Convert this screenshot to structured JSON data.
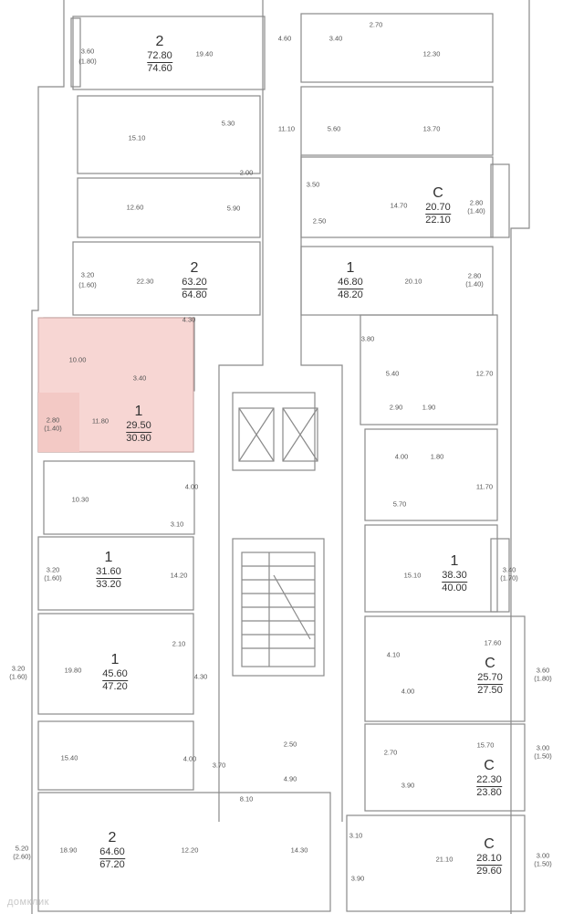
{
  "apartments": [
    {
      "id": "a1",
      "rooms": "2",
      "total": "72.80",
      "living": "74.60"
    },
    {
      "id": "a2",
      "rooms": "2",
      "total": "63.20",
      "living": "64.80"
    },
    {
      "id": "a3",
      "rooms": "1",
      "total": "29.50",
      "living": "30.90",
      "highlighted": true
    },
    {
      "id": "a4",
      "rooms": "1",
      "total": "31.60",
      "living": "33.20"
    },
    {
      "id": "a5",
      "rooms": "1",
      "total": "45.60",
      "living": "47.20"
    },
    {
      "id": "a6",
      "rooms": "2",
      "total": "64.60",
      "living": "67.20"
    },
    {
      "id": "a7",
      "rooms": "С",
      "total": "20.70",
      "living": "22.10"
    },
    {
      "id": "a8",
      "rooms": "1",
      "total": "46.80",
      "living": "48.20"
    },
    {
      "id": "a9",
      "rooms": "1",
      "total": "38.30",
      "living": "40.00"
    },
    {
      "id": "a10",
      "rooms": "С",
      "total": "25.70",
      "living": "27.50"
    },
    {
      "id": "a11",
      "rooms": "С",
      "total": "22.30",
      "living": "23.80"
    },
    {
      "id": "a12",
      "rooms": "С",
      "total": "28.10",
      "living": "29.60"
    }
  ],
  "rooms": [
    "19.40",
    "4.60",
    "3.40",
    "2.70",
    "12.30",
    "3.60",
    "(1.80)",
    "15.10",
    "5.30",
    "11.10",
    "5.60",
    "13.70",
    "2.00",
    "3.50",
    "14.70",
    "2.80",
    "(1.40)",
    "12.60",
    "5.90",
    "2.50",
    "3.20",
    "(1.60)",
    "22.30",
    "20.10",
    "2.80",
    "(1.40)",
    "10.00",
    "4.30",
    "3.80",
    "3.40",
    "5.40",
    "12.70",
    "2.80",
    "(1.40)",
    "11.80",
    "2.90",
    "1.90",
    "4.00",
    "1.80",
    "10.30",
    "4.00",
    "11.70",
    "3.10",
    "5.70",
    "3.20",
    "(1.60)",
    "14.20",
    "15.10",
    "3.40",
    "(1.70)",
    "17.60",
    "2.10",
    "3.20",
    "(1.60)",
    "19.80",
    "4.10",
    "4.30",
    "3.60",
    "(1.80)",
    "4.00",
    "15.40",
    "4.00",
    "3.70",
    "2.50",
    "15.70",
    "2.70",
    "3.00",
    "(1.50)",
    "4.90",
    "3.90",
    "8.10",
    "5.20",
    "(2.60)",
    "18.90",
    "12.20",
    "14.30",
    "3.10",
    "21.10",
    "3.00",
    "(1.50)",
    "3.90"
  ],
  "watermark": "домклик",
  "colors": {
    "wall": "#8a8a8a",
    "highlight": "#f7d6d3",
    "background": "#ffffff"
  }
}
